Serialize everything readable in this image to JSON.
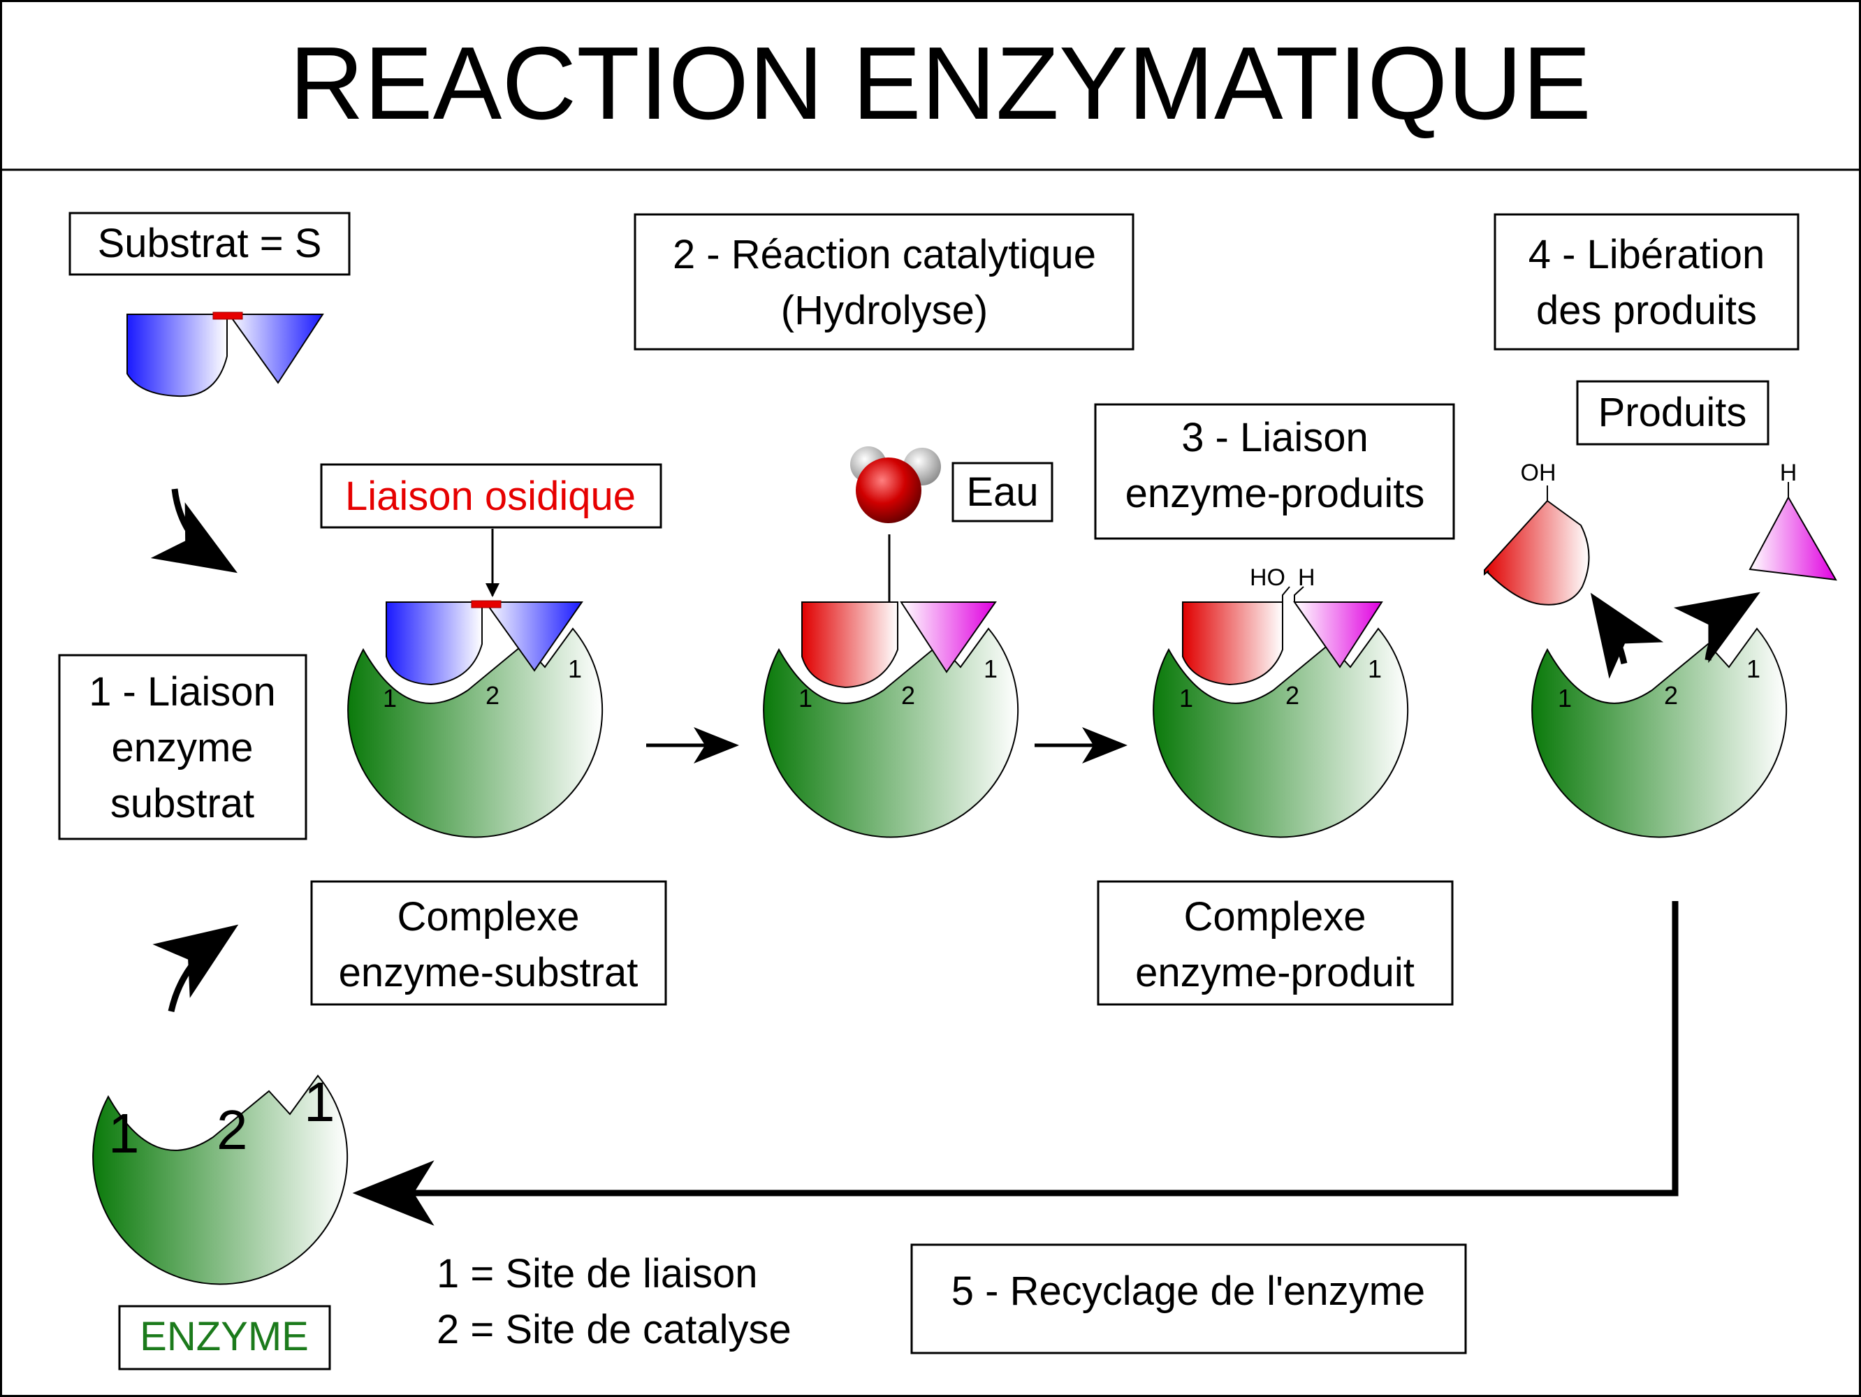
{
  "title": "REACTION ENZYMATIQUE",
  "labels": {
    "substrat": "Substrat = S",
    "reaction_catalytique_line1": "2 - Réaction catalytique",
    "reaction_catalytique_line2": "(Hydrolyse)",
    "liberation_line1": "4 - Libération",
    "liberation_line2": "des produits",
    "produits": "Produits",
    "liaison_osidique": "Liaison osidique",
    "eau": "Eau",
    "liaison_ep_line1": "3 - Liaison",
    "liaison_ep_line2": "enzyme-produits",
    "liaison_es_line1": "1 - Liaison",
    "liaison_es_line2": "enzyme",
    "liaison_es_line3": "substrat",
    "complexe_es_line1": "Complexe",
    "complexe_es_line2": "enzyme-substrat",
    "complexe_ep_line1": "Complexe",
    "complexe_ep_line2": "enzyme-produit",
    "enzyme": "ENZYME",
    "recyclage": "5 - Recyclage de l'enzyme",
    "legend_line1": "1 = Site de liaison",
    "legend_line2": "2 = Site de catalyse"
  },
  "chem": {
    "oh": "OH",
    "h": "H",
    "ho": "HO"
  },
  "sites": {
    "binding": "1",
    "catalysis": "2"
  },
  "colors": {
    "enzyme_dark": "#0b7a0b",
    "enzyme_light": "#ffffff",
    "substrate_blue": "#1a1aff",
    "product_red": "#e00000",
    "product_magenta": "#e000e0",
    "bond_red": "#e60000",
    "enzyme_label_green": "#1b7a1b",
    "label_red": "#e60000"
  }
}
